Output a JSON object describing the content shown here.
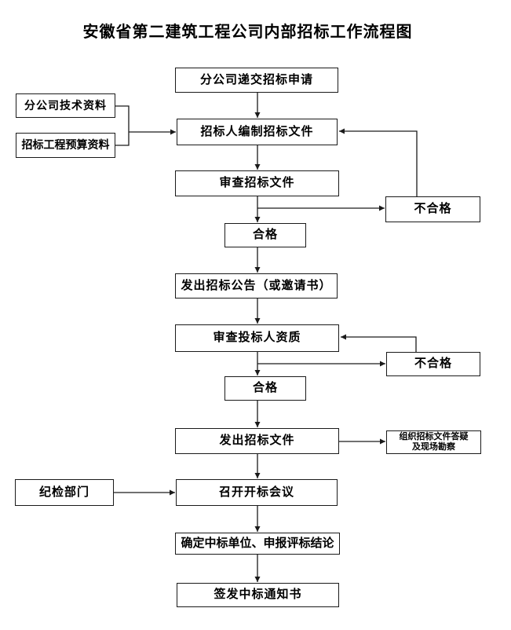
{
  "title": "安徽省第二建筑工程公司内部招标工作流程图",
  "nodes": {
    "submit_request": "分公司递交招标申请",
    "tech_materials": "分公司技术资料",
    "budget_materials": "招标工程预算资料",
    "prepare_docs": "招标人编制招标文件",
    "review_docs": "审查招标文件",
    "fail1": "不合格",
    "pass1": "合格",
    "announce": "发出招标公告（或邀请书）",
    "review_bidders": "审查投标人资质",
    "fail2": "不合格",
    "pass2": "合格",
    "issue_docs": "发出招标文件",
    "qa_line1": "组织招标文件答疑",
    "qa_line2": "及现场勘察",
    "discipline": "纪检部门",
    "open_meeting": "召开开标会议",
    "determine": "确定中标单位、申报评标结论",
    "notice": "签发中标通知书"
  },
  "colors": {
    "line": "#1a1a1a",
    "box_border": "#1a1a1a",
    "background": "#ffffff",
    "text": "#000000"
  }
}
